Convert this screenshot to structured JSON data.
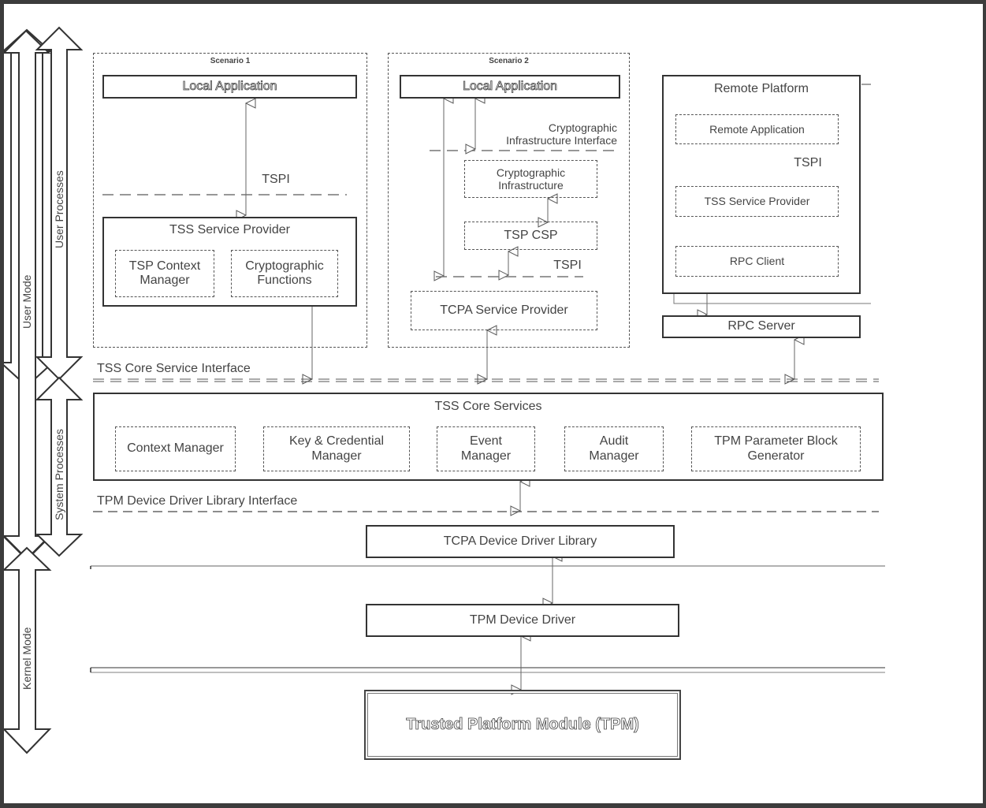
{
  "side_arrows": {
    "user_mode": "User Mode",
    "kernel_mode": "Kernel Mode",
    "user_processes": "User Processes",
    "system_processes": "System Processes"
  },
  "scenario1": {
    "title": "Scenario 1",
    "local_app": "Local Application",
    "tspi": "TSPI",
    "tss_service_provider": "TSS Service Provider",
    "tsp_context_manager": "TSP Context Manager",
    "crypto_functions": "Cryptographic Functions"
  },
  "scenario2": {
    "title": "Scenario 2",
    "local_app": "Local Application",
    "cii_label": "Cryptographic Infrastructure Interface",
    "crypto_infra": "Cryptographic Infrastructure",
    "tsp_csp": "TSP CSP",
    "tspi": "TSPI",
    "tcpa_service_provider": "TCPA Service Provider"
  },
  "remote": {
    "title": "Remote Platform",
    "remote_app": "Remote Application",
    "tspi": "TSPI",
    "tss_service_provider": "TSS Service Provider",
    "rpc_client": "RPC Client",
    "rpc_server": "RPC Server"
  },
  "interfaces": {
    "core_service": "TSS Core Service Interface",
    "ddl": "TPM Device Driver Library Interface"
  },
  "core": {
    "title": "TSS Core Services",
    "components": [
      "Context Manager",
      "Key & Credential Manager",
      "Event Manager",
      "Audit Manager",
      "TPM Parameter Block Generator"
    ]
  },
  "kernel": {
    "ddl": "TCPA Device Driver Library",
    "driver": "TPM Device Driver",
    "tpm": "Trusted Platform Module (TPM)"
  }
}
